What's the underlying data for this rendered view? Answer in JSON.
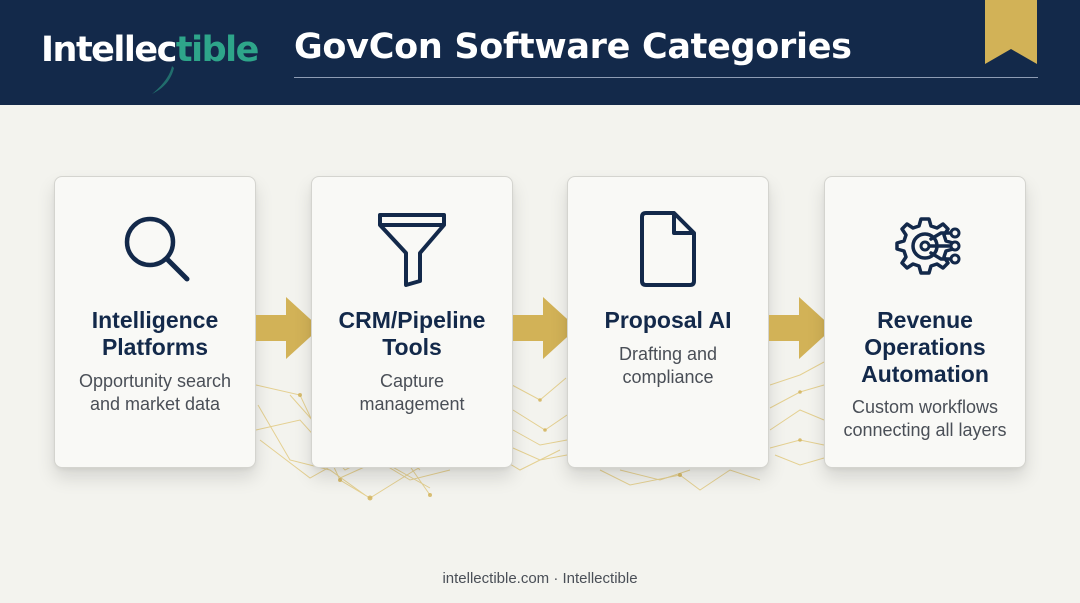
{
  "header": {
    "logo_main": "Intellec",
    "logo_accent": "tible",
    "title": "GovCon Software Categories"
  },
  "cards": [
    {
      "icon": "search-icon",
      "title_lines": [
        "Intelligence",
        "Platforms"
      ],
      "desc_lines": [
        "Opportunity search",
        "and market data"
      ]
    },
    {
      "icon": "funnel-icon",
      "title_lines": [
        "CRM/Pipeline",
        "Tools"
      ],
      "desc_lines": [
        "Capture",
        "management"
      ]
    },
    {
      "icon": "document-icon",
      "title_lines": [
        "Proposal AI"
      ],
      "desc_lines": [
        "Drafting and",
        "compliance"
      ]
    },
    {
      "icon": "gear-circuit-icon",
      "title_lines": [
        "Revenue",
        "Operations",
        "Automation"
      ],
      "desc_lines": [
        "Custom workflows",
        "connecting all layers"
      ]
    }
  ],
  "footer": {
    "text": "intellectible.com · Intellectible"
  },
  "colors": {
    "header_bg": "#13294a",
    "brand_green": "#2ea58a",
    "gold": "#d2b257",
    "text_dark": "#13294a",
    "text_body": "#4a4f57",
    "background": "#f3f3ee"
  }
}
